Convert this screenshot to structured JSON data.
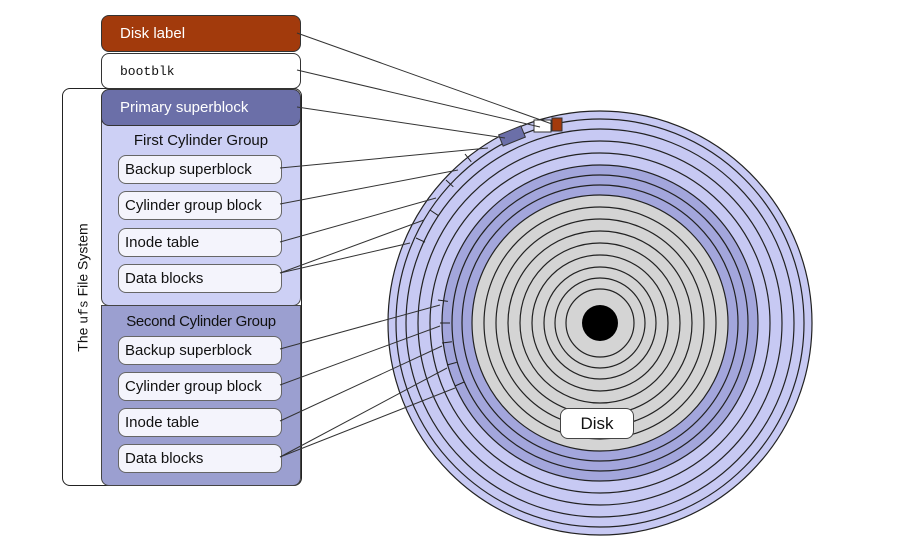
{
  "labels": {
    "disk_label": "Disk label",
    "bootblk": "bootblk",
    "primary_superblock": "Primary superblock",
    "fs_title_pre": "The ",
    "fs_title_mono": "ufs",
    "fs_title_post": " File System",
    "disk": "Disk"
  },
  "first_cylinder_group": {
    "title": "First Cylinder Group",
    "items": [
      "Backup superblock",
      "Cylinder group block",
      "Inode table",
      "Data blocks"
    ]
  },
  "second_cylinder_group": {
    "title": "Second Cylinder Group",
    "items": [
      "Backup superblock",
      "Cylinder group block",
      "Inode table",
      "Data blocks"
    ]
  },
  "colors": {
    "disk_label": "#a23a0c",
    "primary_superblock": "#6b6fa8",
    "cg1_fill": "#cdd0f5",
    "cg2_fill": "#9b9fd0",
    "disk_outer": "#c7c9f3",
    "disk_mid": "#a3a6dc",
    "disk_inner": "#d4d4d4",
    "hub": "#000000"
  }
}
